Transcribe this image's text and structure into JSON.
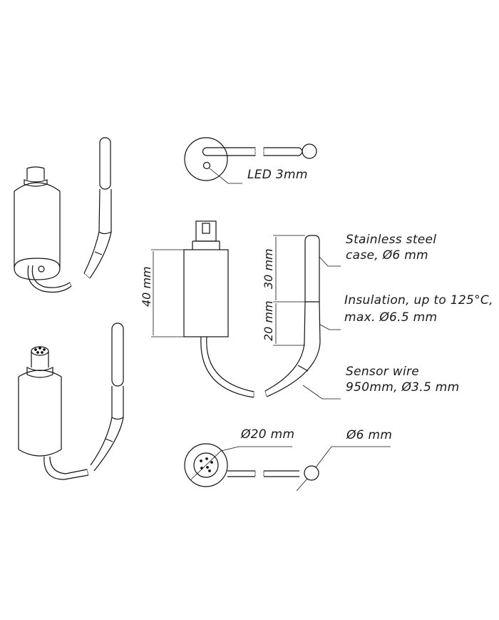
{
  "figure": {
    "description": "Technical drawing of a temperature sensor with cylindrical housing, LED, connector and stainless steel probe",
    "line_color": "#111111",
    "background": "#ffffff"
  },
  "labels": {
    "led": "LED 3mm",
    "case_line1": "Stainless steel",
    "case_line2": "case, Ø6 mm",
    "insulation_line1": "Insulation, up to 125°C,",
    "insulation_line2": "max. Ø6.5 mm",
    "wire_line1": "Sensor wire",
    "wire_line2": "950mm, Ø3.5 mm",
    "housing_diameter": "Ø20 mm",
    "probe_diameter": "Ø6 mm"
  },
  "dimensions": {
    "housing_height": "40 mm",
    "probe_steel_length": "30 mm",
    "probe_insulation_length": "20 mm"
  },
  "views": [
    "isometric-view-top",
    "isometric-view-bottom",
    "top-view-led",
    "front-view",
    "side-view-probe",
    "bottom-view-connector"
  ]
}
